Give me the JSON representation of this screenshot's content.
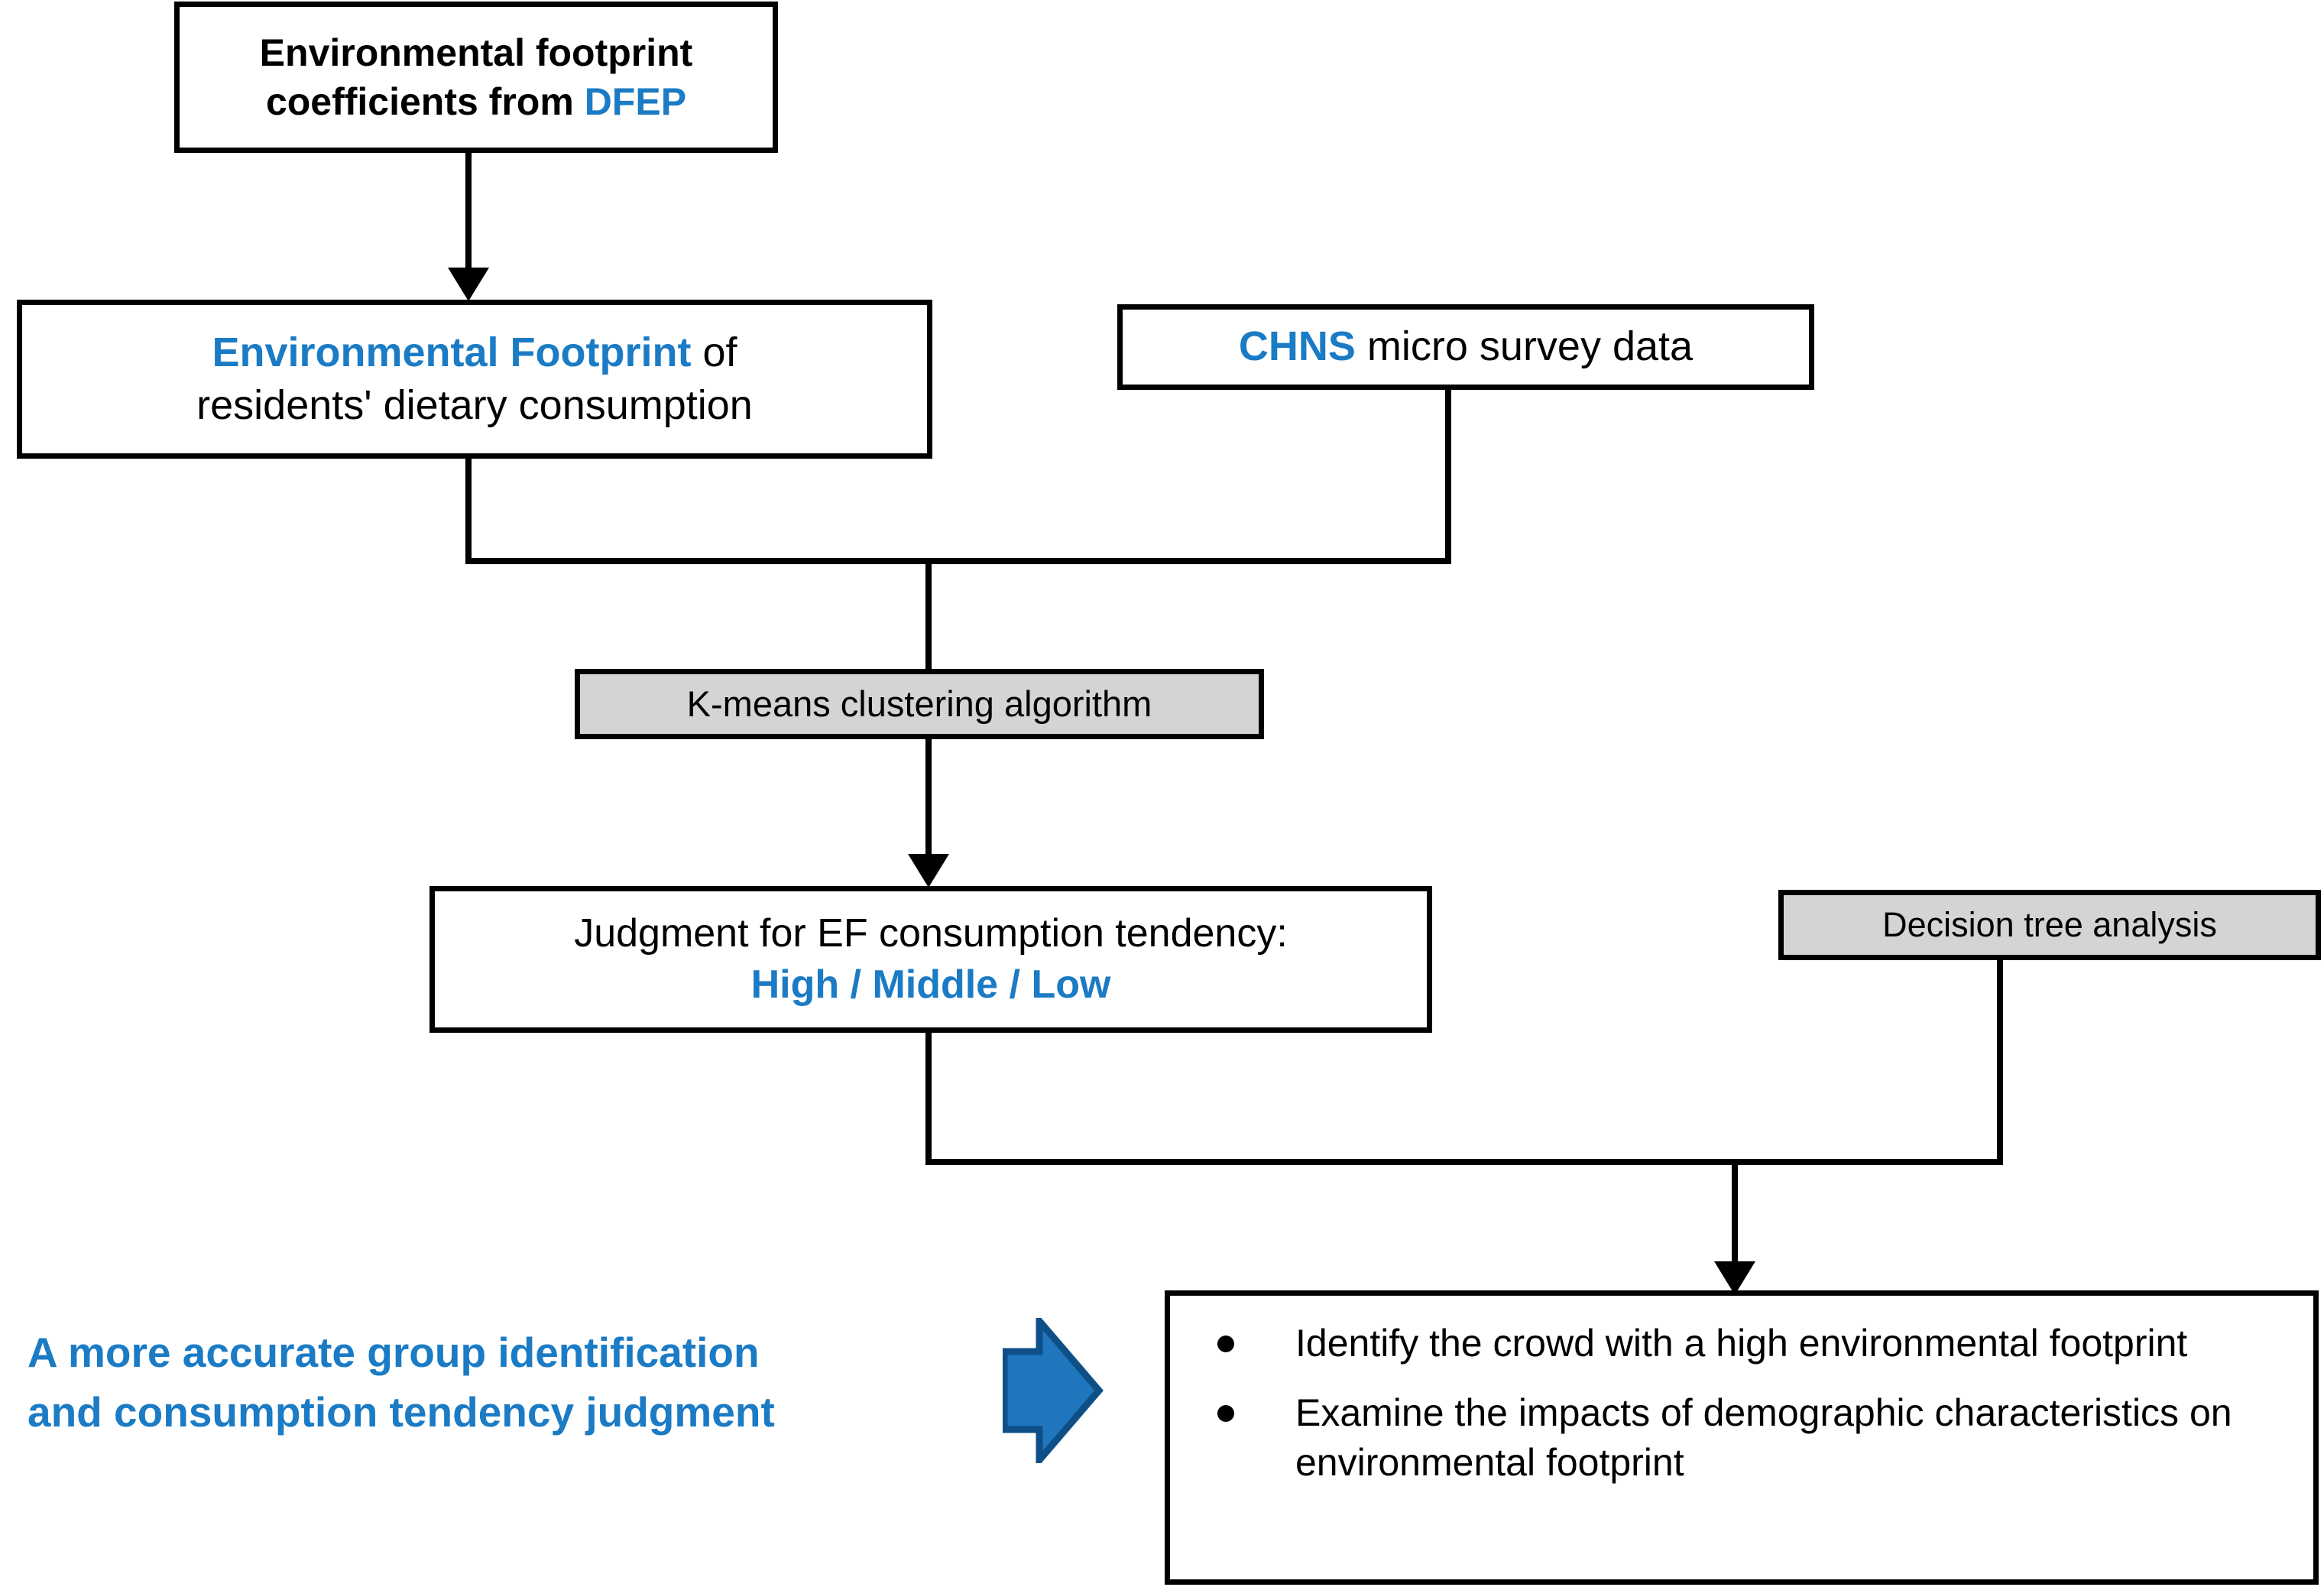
{
  "diagram": {
    "title": "Research framework flowchart",
    "colors": {
      "accent_blue": "#1b7bc4",
      "arrow_blue_fill": "#1f76bd",
      "arrow_blue_edge": "#0d4f86",
      "shaded_box": "#d4d4d4",
      "line_black": "#000000"
    }
  },
  "nodes": {
    "coefficients": {
      "text_plain": "Environmental footprint coefficients  from DFEP",
      "line1": "Environmental footprint",
      "line2_pre": "coefficients  from ",
      "line2_highlight": "DFEP",
      "style": "white-box-bold"
    },
    "ef": {
      "text_plain": "Environmental Footprint of residents' dietary consumption",
      "line1_highlight": "Environmental Footprint",
      "line1_post": " of",
      "line2": "residents' dietary consumption",
      "style": "white-box"
    },
    "chns": {
      "text_plain": "CHNS micro survey data",
      "highlight": "CHNS",
      "rest": " micro survey data",
      "style": "white-box"
    },
    "kmeans": {
      "text_plain": "K-means clustering algorithm",
      "style": "shaded-box"
    },
    "judgment": {
      "text_plain": "Judgment for EF consumption tendency: High / Middle / Low",
      "line1": "Judgment for EF consumption tendency:",
      "line2_highlight": "High / Middle / Low",
      "style": "white-box"
    },
    "decision_tree": {
      "text_plain": "Decision tree analysis",
      "style": "shaded-box"
    },
    "outcomes": {
      "style": "white-box",
      "bullets": [
        "Identify the crowd with a high environmental footprint",
        "Examine the impacts of demographic characteristics on environmental footprint"
      ]
    }
  },
  "conclusion": {
    "line1": "A more accurate group identification",
    "line2": "and consumption tendency judgment"
  },
  "icons": {
    "block_arrow_right": "block-arrow-right-icon",
    "bullet": "bullet-dot-icon",
    "arrowhead_down": "arrowhead-down-icon"
  }
}
